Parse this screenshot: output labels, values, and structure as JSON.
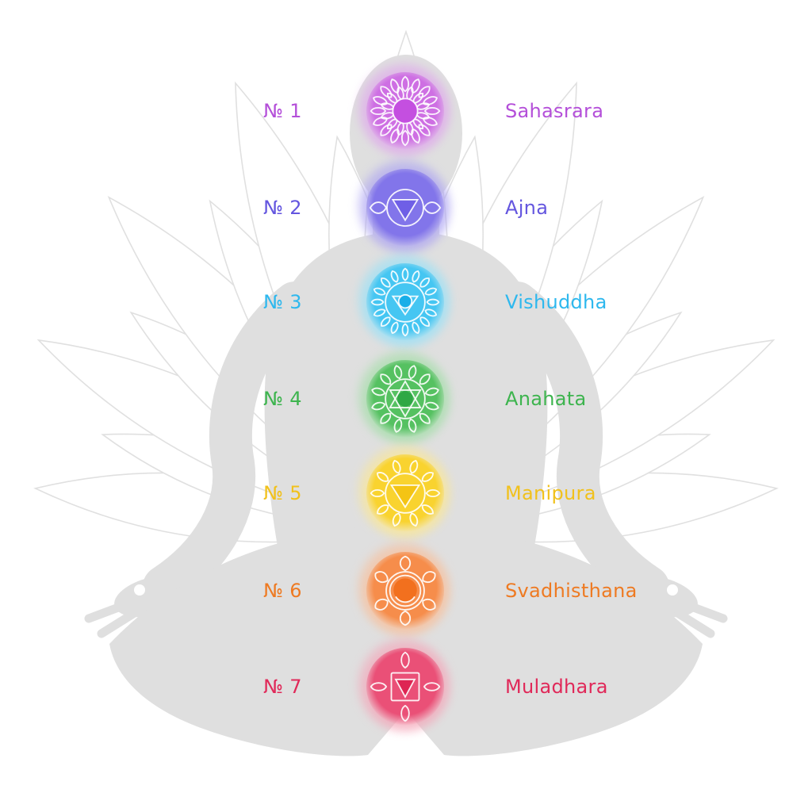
{
  "background": {
    "pattern_name": "lotus-petal-mandala",
    "line_color": "#E0E0E0"
  },
  "figure": {
    "name": "meditating-person-silhouette",
    "color": "#DFDFDF"
  },
  "symbols_stroke_color": "#FFFFFF",
  "chakras": [
    {
      "number_label": "№ 1",
      "name": "Sahasrara",
      "icon": "sahasrara-crown-chakra-icon",
      "text_color": "#B44FD9",
      "badge_main": "#CE6FE3",
      "badge_glow": "#DFA6EC",
      "badge_deep": "#C44FE0"
    },
    {
      "number_label": "№ 2",
      "name": "Ajna",
      "icon": "ajna-third-eye-chakra-icon",
      "text_color": "#6456DF",
      "badge_main": "#8275EA",
      "badge_glow": "#ACA3F2",
      "badge_deep": "#6F5FE6"
    },
    {
      "number_label": "№ 3",
      "name": "Vishuddha",
      "icon": "vishuddha-throat-chakra-icon",
      "text_color": "#2EB8EE",
      "badge_main": "#45C6F2",
      "badge_glow": "#97E1F8",
      "badge_deep": "#18AEE8"
    },
    {
      "number_label": "№ 4",
      "name": "Anahata",
      "icon": "anahata-heart-chakra-icon",
      "text_color": "#3DB44E",
      "badge_main": "#55C161",
      "badge_glow": "#A2DEA7",
      "badge_deep": "#2FA845"
    },
    {
      "number_label": "№ 5",
      "name": "Manipura",
      "icon": "manipura-solar-plexus-chakra-icon",
      "text_color": "#F1C11C",
      "badge_main": "#F9D32F",
      "badge_glow": "#FBE794",
      "badge_deep": "#F4C414"
    },
    {
      "number_label": "№ 6",
      "name": "Svadhisthana",
      "icon": "svadhisthana-sacral-chakra-icon",
      "text_color": "#EE7A22",
      "badge_main": "#F68D4B",
      "badge_glow": "#F9BE98",
      "badge_deep": "#F2701E"
    },
    {
      "number_label": "№ 7",
      "name": "Muladhara",
      "icon": "muladhara-root-chakra-icon",
      "text_color": "#E02959",
      "badge_main": "#EA5077",
      "badge_glow": "#F4A5B8",
      "badge_deep": "#DE2553"
    }
  ]
}
